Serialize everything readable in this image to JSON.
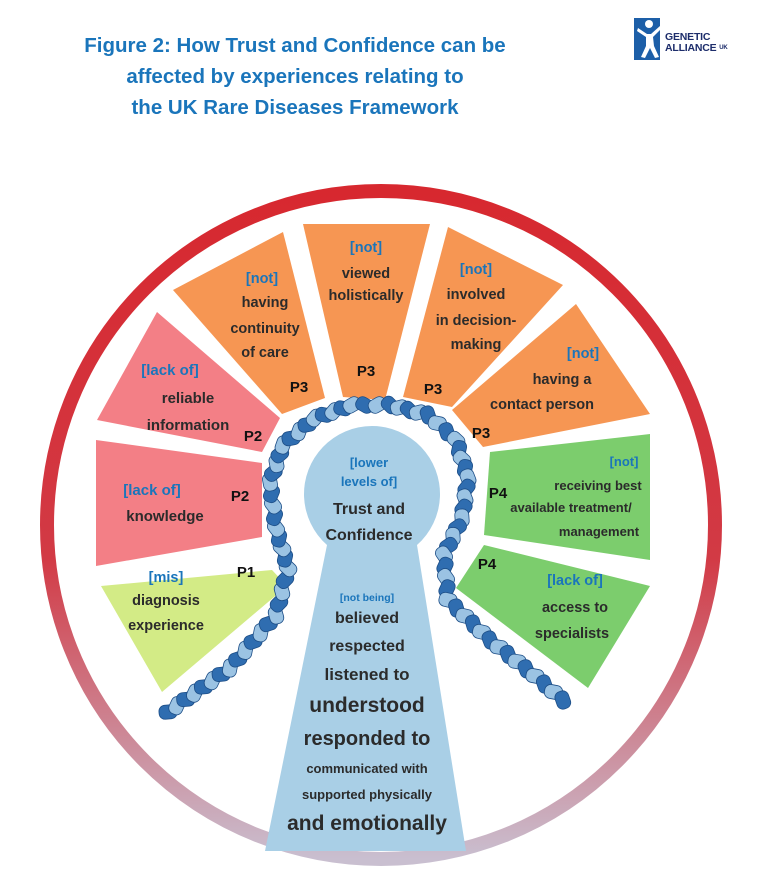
{
  "header": {
    "title_lines": [
      "Figure 2: How Trust and Confidence can be",
      "affected by experiences relating to",
      "the UK Rare Diseases Framework"
    ]
  },
  "logo": {
    "line1": "GENETIC",
    "line2": "ALLIANCE",
    "suffix": "UK",
    "icon": "person-logo-icon",
    "color": "#1d5fa8"
  },
  "colors": {
    "title": "#1a75bb",
    "qualifier": "#1a75bb",
    "text": "#2b2b2b",
    "ring_top": "#d7282f",
    "ring_bottom": "#c7b9cc",
    "keyhole": "#a9cfe6",
    "chain_dark": "#2f6db0",
    "chain_light": "#9bc3e3",
    "p1": "#d3eb86",
    "p2": "#f37f86",
    "p3": "#f69653",
    "p4": "#7ccd6d"
  },
  "segments": [
    {
      "key": "p1",
      "priority": "P1",
      "qualifier": "[mis]",
      "lines": [
        "diagnosis",
        "experience"
      ]
    },
    {
      "key": "p2a",
      "priority": "P2",
      "qualifier": "[lack of]",
      "lines": [
        "knowledge"
      ]
    },
    {
      "key": "p2b",
      "priority": "P2",
      "qualifier": "[lack of]",
      "lines": [
        "reliable",
        "information"
      ]
    },
    {
      "key": "p3a",
      "priority": "P3",
      "qualifier": "[not]",
      "lines": [
        "having",
        "continuity",
        "of care"
      ]
    },
    {
      "key": "p3b",
      "priority": "P3",
      "qualifier": "[not]",
      "lines": [
        "viewed",
        "holistically"
      ]
    },
    {
      "key": "p3c",
      "priority": "P3",
      "qualifier": "[not]",
      "lines": [
        "involved",
        "in decision-",
        "making"
      ]
    },
    {
      "key": "p3d",
      "priority": "P3",
      "qualifier": "[not]",
      "lines": [
        "having a",
        "contact person"
      ]
    },
    {
      "key": "p4a",
      "priority": "P4",
      "qualifier": "[not]",
      "lines": [
        "receiving best",
        "available treatment/",
        "management"
      ]
    },
    {
      "key": "p4b",
      "priority": "P4",
      "qualifier": "[lack of]",
      "lines": [
        "access to",
        "specialists"
      ]
    }
  ],
  "center": {
    "qualifier_lines": [
      "[lower",
      "levels of]"
    ],
    "lines": [
      "Trust and",
      "Confidence"
    ]
  },
  "keyhole": {
    "qualifier": "[not being]",
    "lines": [
      "believed",
      "respected",
      "listened to",
      "understood",
      "responded to",
      "communicated with",
      "supported physically",
      "and emotionally"
    ]
  }
}
